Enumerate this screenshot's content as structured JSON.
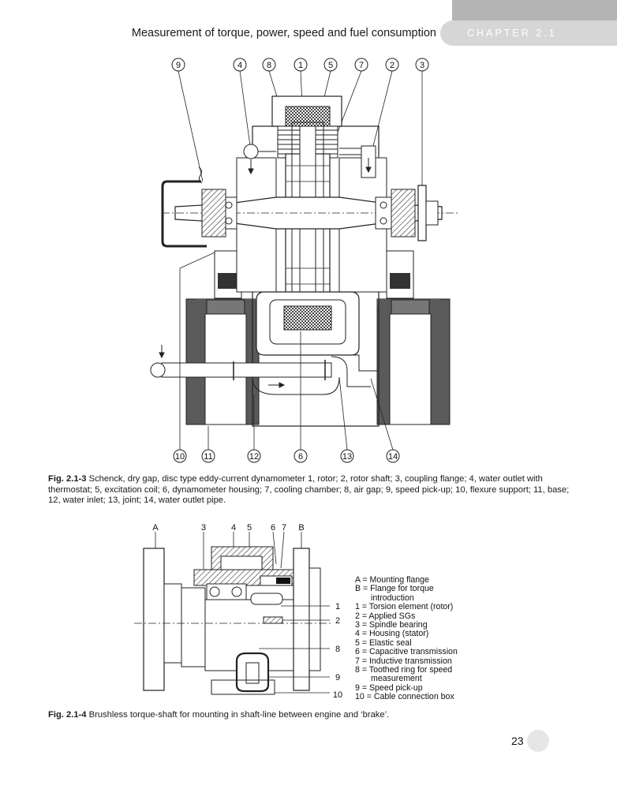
{
  "header": {
    "running_title": "Measurement of torque, power, speed and fuel consumption",
    "chapter_label": "CHAPTER 2.1"
  },
  "figure1": {
    "callouts_top": [
      "9",
      "4",
      "8",
      "1",
      "5",
      "7",
      "2",
      "3"
    ],
    "callouts_bottom": [
      "10",
      "11",
      "12",
      "6",
      "13",
      "14"
    ],
    "caption_label": "Fig. 2.1-3",
    "caption_text": "Schenck, dry gap, disc type eddy-current dynamometer 1, rotor; 2, rotor shaft; 3, coupling flange; 4, water outlet with thermostat; 5, excitation coil; 6, dynamometer housing; 7, cooling chamber; 8, air gap; 9, speed pick-up; 10, flexure support; 11, base; 12, water inlet; 13, joint; 14, water outlet pipe."
  },
  "figure2": {
    "labels_top": [
      "A",
      "3",
      "4",
      "5",
      "6",
      "7",
      "B"
    ],
    "labels_side": [
      "1",
      "2",
      "8",
      "9",
      "10"
    ],
    "legend": [
      {
        "line": "A = Mounting flange"
      },
      {
        "line": "B = Flange for torque"
      },
      {
        "line": "introduction",
        "continuation": true
      },
      {
        "line": "1 = Torsion element (rotor)"
      },
      {
        "line": "2 = Applied SGs"
      },
      {
        "line": "3 = Spindle bearing"
      },
      {
        "line": "4 = Housing (stator)"
      },
      {
        "line": "5 = Elastic seal"
      },
      {
        "line": "6 = Capacitive transmission"
      },
      {
        "line": "7 = Inductive transmission"
      },
      {
        "line": "8 = Toothed ring for speed"
      },
      {
        "line": "measurement",
        "continuation": true
      },
      {
        "line": "9 = Speed pick-up"
      },
      {
        "line": "10 = Cable connection box"
      }
    ],
    "caption_label": "Fig. 2.1-4",
    "caption_text": "Brushless torque-shaft for mounting in shaft-line between engine and ‘brake’."
  },
  "footer": {
    "page_number": "23"
  }
}
